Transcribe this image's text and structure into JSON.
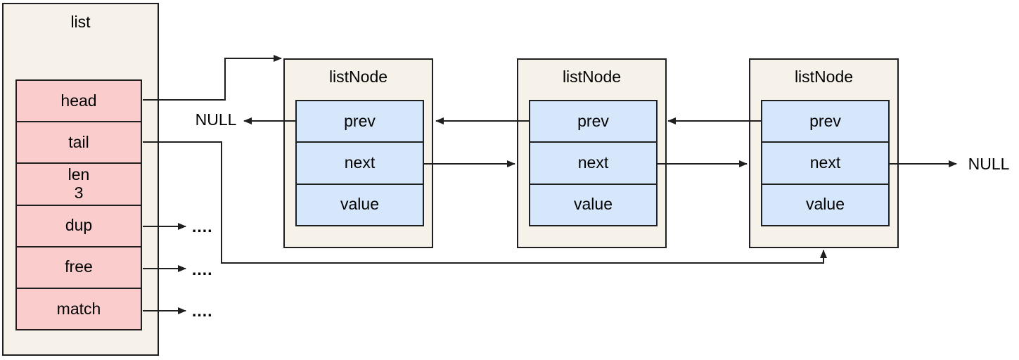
{
  "colors": {
    "box_fill": "#F6F2E9",
    "pink_fill": "#FACDCC",
    "blue_fill": "#D7E7FB",
    "stroke": "#1F1F1F"
  },
  "list_box": {
    "title": "list",
    "fields": [
      {
        "label": "head"
      },
      {
        "label": "tail"
      },
      {
        "label": "len",
        "value": "3"
      },
      {
        "label": "dup"
      },
      {
        "label": "free"
      },
      {
        "label": "match"
      }
    ]
  },
  "nodes": [
    {
      "title": "listNode",
      "cells": [
        "prev",
        "next",
        "value"
      ]
    },
    {
      "title": "listNode",
      "cells": [
        "prev",
        "next",
        "value"
      ]
    },
    {
      "title": "listNode",
      "cells": [
        "prev",
        "next",
        "value"
      ]
    }
  ],
  "labels": {
    "null_left": "NULL",
    "null_right": "NULL",
    "dots_dup": "....",
    "dots_free": "....",
    "dots_match": "...."
  }
}
